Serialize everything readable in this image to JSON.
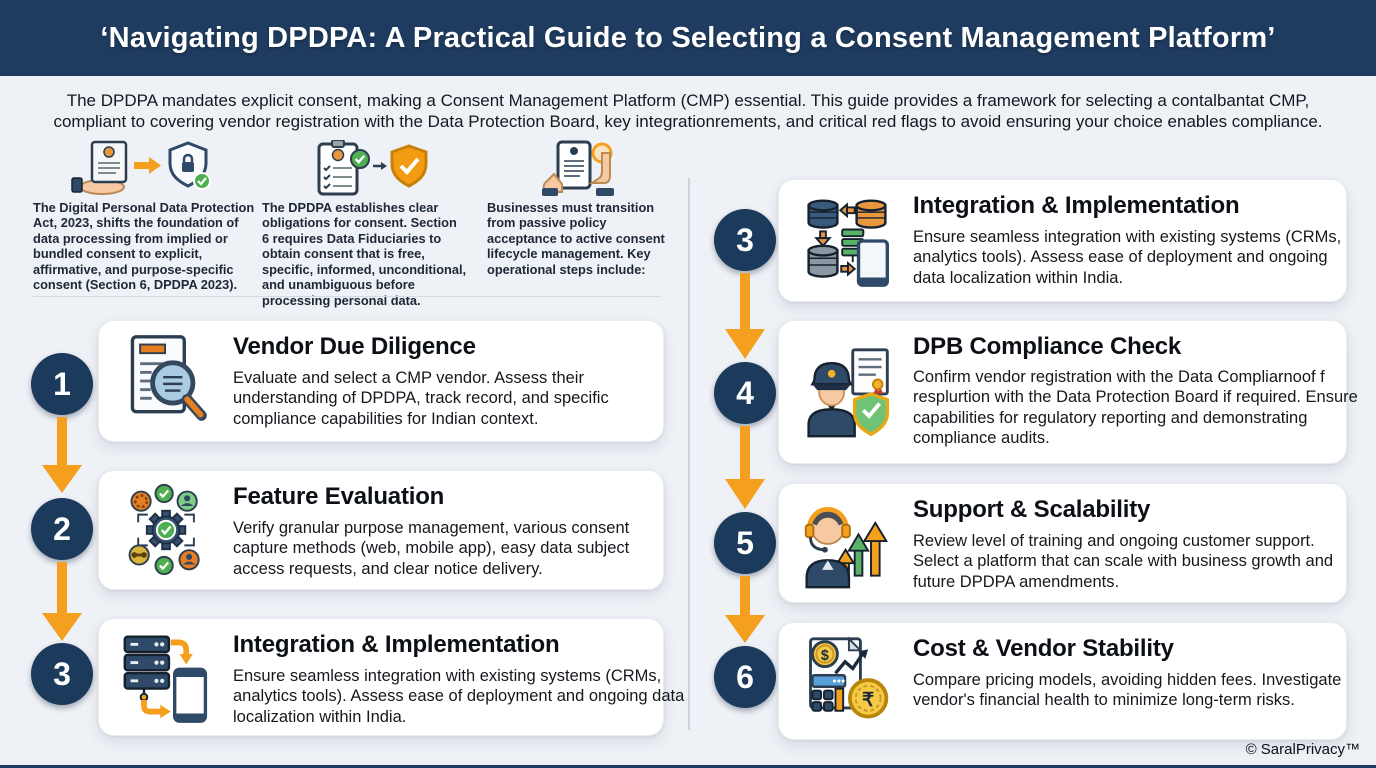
{
  "header": {
    "title": "‘Navigating DPDPA: A Practical Guide to Selecting a Consent Management Platform’"
  },
  "intro": {
    "line1": "The DPDPA mandates explicit consent, making a Consent Management Platform (CMP) essential. This guide provides a framework for selecting a contalbantat CMP,",
    "line2": "compliant to covering vendor registration with the Data Protection Board, key integrationrements, and critical red flags to avoid ensuring your choice enables compliance."
  },
  "top_blocks": [
    {
      "icon": "hand-document-to-shield-lock",
      "text": "The Digital Personal Data Protection Act, 2023, shifts the foundation of data processing from implied or bundled consent to explicit, affirmative, and purpose-specific consent (Section 6, DPDPA 2023)."
    },
    {
      "icon": "clipboard-check-to-shield",
      "text": "The DPDPA establishes clear obligations for consent. Section 6 requires Data Fiduciaries to obtain consent that is free, specific, informed, unconditional, and unambiguous before processing personal data."
    },
    {
      "icon": "phone-tap-hands",
      "text": "Businesses must transition from passive policy acceptance to active consent lifecycle management. Key operational steps include:"
    }
  ],
  "left_steps": [
    {
      "number": "1",
      "title": "Vendor Due Diligence",
      "description": "Evaluate and select a CMP vendor. Assess their understanding of DPDPA, track record, and specific compliance capabilities for Indian context.",
      "icon": "document-magnifier"
    },
    {
      "number": "2",
      "title": "Feature Evaluation",
      "description": "Verify granular purpose management, various consent capture methods (web, mobile app), easy data subject access requests, and clear notice delivery.",
      "icon": "gear-network"
    },
    {
      "number": "3",
      "title": "Integration & Implementation",
      "description": "Ensure seamless integration with existing systems (CRMs, analytics tools). Assess ease of deployment and ongoing data localization within India.",
      "icon": "server-to-phone"
    }
  ],
  "right_steps": [
    {
      "number": "3",
      "title": "Integration & Implementation",
      "description": "Ensure seamless integration with existing systems (CRMs, analytics tools). Assess ease of deployment and ongoing data localization within India.",
      "icon": "database-sync-phone"
    },
    {
      "number": "4",
      "title": "DPB Compliance Check",
      "description": "Confirm vendor registration with the Data Compliarnoof f resplurtion with the Data Protection Board if required. Ensure capabilities for regulatory reporting and demonstrating compliance audits.",
      "icon": "officer-shield-certificate"
    },
    {
      "number": "5",
      "title": "Support & Scalability",
      "description": "Review level of training and ongoing customer support. Select a platform that can scale with business growth and future DPDPA amendments.",
      "icon": "support-agent-growth-arrows"
    },
    {
      "number": "6",
      "title": "Cost & Vendor Stability",
      "description": "Compare pricing models, avoiding hidden fees. Investigate vendor's financial health to minimize long-term risks.",
      "icon": "calculator-coins-chart"
    }
  ],
  "footer": {
    "copyright": "© SaralPrivacy™"
  },
  "colors": {
    "navy": "#1f3c60",
    "circle_navy": "#1b3a5c",
    "orange": "#f49f1e",
    "background": "#eef1f6",
    "card": "#ffffff",
    "green": "#4caf50"
  }
}
